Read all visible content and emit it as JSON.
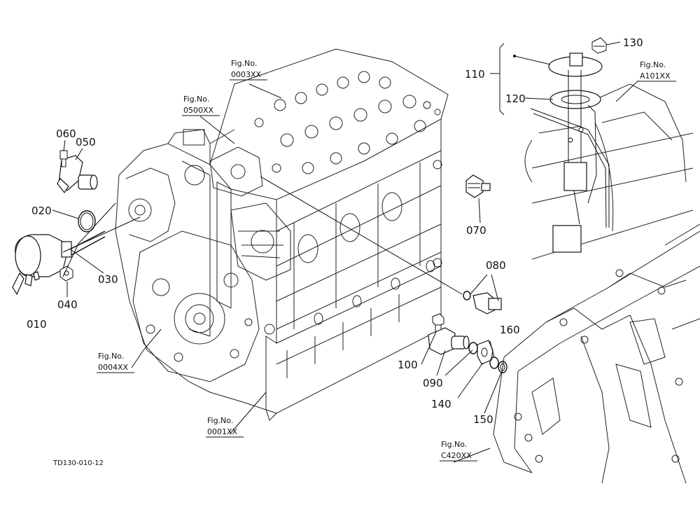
{
  "callouts": [
    {
      "id": "060",
      "label": "060"
    },
    {
      "id": "050",
      "label": "050"
    },
    {
      "id": "020",
      "label": "020"
    },
    {
      "id": "010",
      "label": "010"
    },
    {
      "id": "030",
      "label": "030"
    },
    {
      "id": "040",
      "label": "040"
    },
    {
      "id": "070",
      "label": "070"
    },
    {
      "id": "080",
      "label": "080"
    },
    {
      "id": "100",
      "label": "100"
    },
    {
      "id": "090",
      "label": "090"
    },
    {
      "id": "140",
      "label": "140"
    },
    {
      "id": "150",
      "label": "150"
    },
    {
      "id": "160",
      "label": "160"
    },
    {
      "id": "110",
      "label": "110"
    },
    {
      "id": "120",
      "label": "120"
    },
    {
      "id": "130",
      "label": "130"
    }
  ],
  "figure_refs": [
    {
      "id": "0003",
      "line1": "Fig.No.",
      "line2": "0003XX"
    },
    {
      "id": "0500",
      "line1": "Fig.No.",
      "line2": "0500XX"
    },
    {
      "id": "0004",
      "line1": "Fig.No.",
      "line2": "0004XX"
    },
    {
      "id": "0001",
      "line1": "Fig.No.",
      "line2": "0001XX"
    },
    {
      "id": "A101",
      "line1": "Fig.No.",
      "line2": "A101XX"
    },
    {
      "id": "C420",
      "line1": "Fig.No.",
      "line2": "C420XX"
    }
  ],
  "drawing_code": "TD130-010-12"
}
